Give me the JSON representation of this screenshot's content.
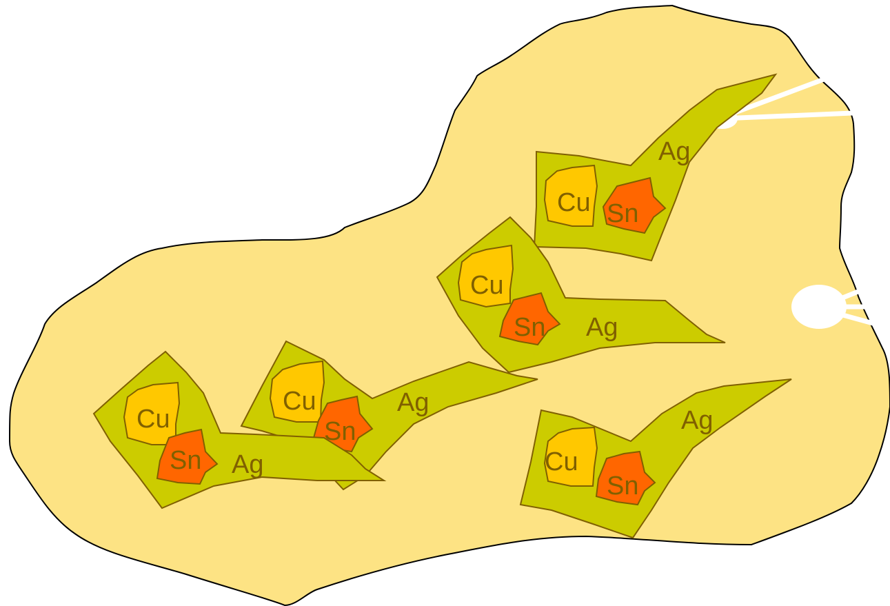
{
  "colors": {
    "background": "#ffffff",
    "matrix_fill": "#fde384",
    "outline": "#000000",
    "ag_fill": "#cccc00",
    "ag_outline": "#806000",
    "cu_fill": "#ffc800",
    "sn_fill": "#ff6600",
    "label_color": "#806000",
    "pore_fill": "#ffffff"
  },
  "clusters": [
    {
      "ag": "Ag",
      "cu": "Cu",
      "sn": "Sn"
    },
    {
      "ag": "Ag",
      "cu": "Cu",
      "sn": "Sn"
    },
    {
      "ag": "Ag",
      "cu": "Cu",
      "sn": "Sn"
    },
    {
      "ag": "Ag",
      "cu": "Cu",
      "sn": "Sn"
    },
    {
      "ag": "Ag",
      "cu": "Cu",
      "sn": "Sn"
    }
  ]
}
